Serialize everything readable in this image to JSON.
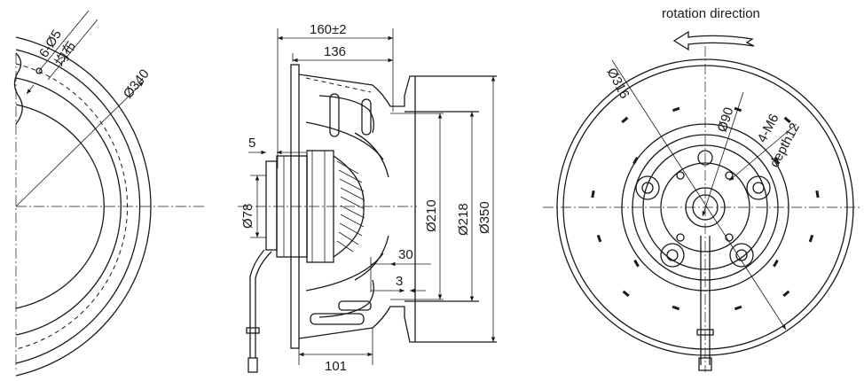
{
  "drawing": {
    "rotation_label": "rotation direction",
    "left_view": {
      "holes": "6-Ø5",
      "holes_note": "均布",
      "diameter": "Ø340"
    },
    "side_view": {
      "width_total": "160±2",
      "width_impeller": "136",
      "flange": "5",
      "motor_dia": "Ø78",
      "inlet_dia": "Ø210",
      "ring_dia": "Ø218",
      "outer_dia": "Ø350",
      "offset_30": "30",
      "offset_3": "3",
      "hub_width": "101"
    },
    "front_view": {
      "pcd": "Ø316",
      "hub_dia": "Ø90",
      "thread": "4-M6",
      "thread_depth": "depth12"
    }
  }
}
